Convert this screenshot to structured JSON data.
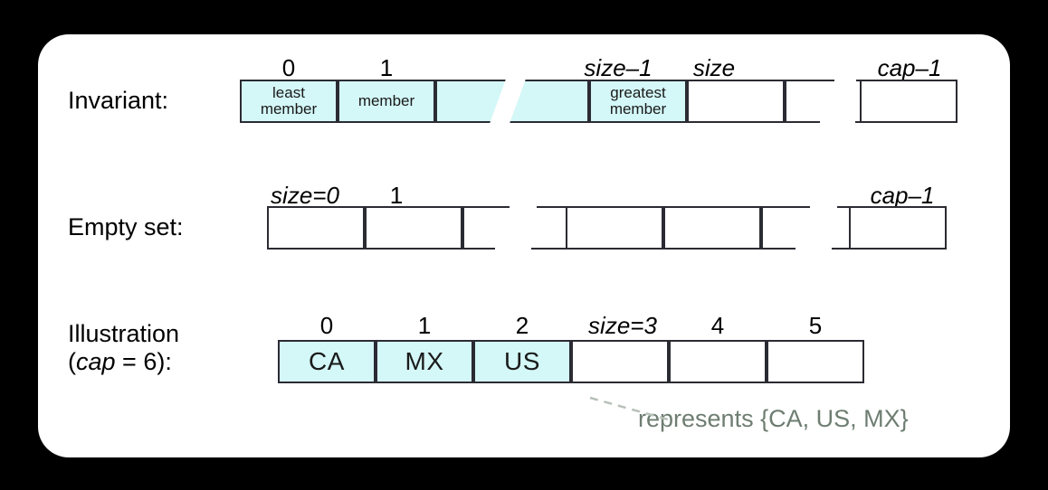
{
  "figure": {
    "background_color": "#000000",
    "card_color": "#ffffff",
    "cell_fill_color": "#d4f7f7",
    "cell_border_color": "#2b2b33",
    "caption_color": "#6e7d71"
  },
  "rows": [
    {
      "id": "invariant",
      "label": "Invariant:",
      "indices": [
        "0",
        "1",
        "size–1",
        "size",
        "cap–1"
      ],
      "cells": [
        {
          "text": "least\nmember",
          "filled": true
        },
        {
          "text": "member",
          "filled": true
        },
        {
          "text": "",
          "filled": true
        },
        {
          "text": "",
          "filled": true
        },
        {
          "text": "greatest\nmember",
          "filled": true
        },
        {
          "text": "",
          "filled": false
        },
        {
          "text": "",
          "filled": false
        },
        {
          "text": "",
          "filled": false
        },
        {
          "text": "",
          "filled": false
        }
      ]
    },
    {
      "id": "empty-set",
      "label": "Empty set:",
      "indices": [
        "size=0",
        "1",
        "cap–1"
      ],
      "cells": [
        {
          "text": "",
          "filled": false
        },
        {
          "text": "",
          "filled": false
        },
        {
          "text": "",
          "filled": false
        },
        {
          "text": "",
          "filled": false
        },
        {
          "text": "",
          "filled": false
        },
        {
          "text": "",
          "filled": false
        },
        {
          "text": "",
          "filled": false
        },
        {
          "text": "",
          "filled": false
        },
        {
          "text": "",
          "filled": false
        }
      ]
    },
    {
      "id": "illustration",
      "label_line1": "Illustration",
      "label_line2": "(cap = 6):",
      "label_cap": "cap",
      "label_line2_prefix": "(",
      "label_line2_suffix": " = 6):",
      "indices": [
        "0",
        "1",
        "2",
        "size=3",
        "4",
        "5"
      ],
      "cells": [
        {
          "text": "CA",
          "filled": true
        },
        {
          "text": "MX",
          "filled": true
        },
        {
          "text": "US",
          "filled": true
        },
        {
          "text": "",
          "filled": false
        },
        {
          "text": "",
          "filled": false
        },
        {
          "text": "",
          "filled": false
        }
      ]
    }
  ],
  "caption": {
    "text": "represents {CA, US, MX}"
  }
}
